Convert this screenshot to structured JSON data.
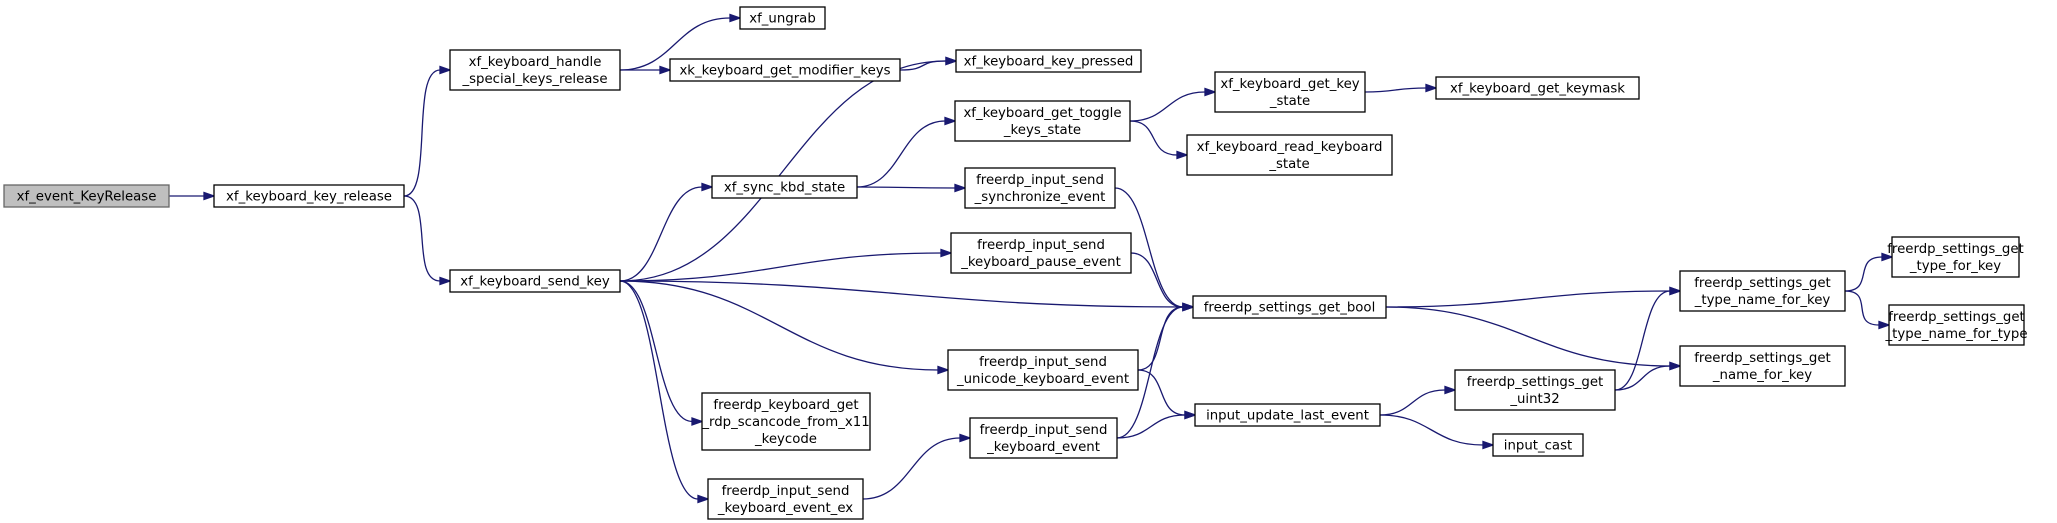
{
  "nodes": [
    {
      "id": "n0",
      "lines": [
        "xf_event_KeyRelease"
      ],
      "root": true
    },
    {
      "id": "n1",
      "lines": [
        "xf_keyboard_key_release"
      ]
    },
    {
      "id": "n2",
      "lines": [
        "xf_keyboard_handle",
        "_special_keys_release"
      ]
    },
    {
      "id": "n3",
      "lines": [
        "xf_keyboard_send_key"
      ]
    },
    {
      "id": "n4",
      "lines": [
        "xf_ungrab"
      ]
    },
    {
      "id": "n5",
      "lines": [
        "xk_keyboard_get_modifier_keys"
      ]
    },
    {
      "id": "n6",
      "lines": [
        "xf_keyboard_key_pressed"
      ]
    },
    {
      "id": "n7",
      "lines": [
        "xf_sync_kbd_state"
      ]
    },
    {
      "id": "n8",
      "lines": [
        "freerdp_input_send",
        "_keyboard_pause_event"
      ]
    },
    {
      "id": "n9",
      "lines": [
        "freerdp_settings_get_bool"
      ]
    },
    {
      "id": "n10",
      "lines": [
        "freerdp_input_send",
        "_unicode_keyboard_event"
      ]
    },
    {
      "id": "n11",
      "lines": [
        "freerdp_keyboard_get",
        "_rdp_scancode_from_x11",
        "_keycode"
      ]
    },
    {
      "id": "n12",
      "lines": [
        "freerdp_input_send",
        "_keyboard_event_ex"
      ]
    },
    {
      "id": "n13",
      "lines": [
        "xf_keyboard_get_toggle",
        "_keys_state"
      ]
    },
    {
      "id": "n14",
      "lines": [
        "freerdp_input_send",
        "_synchronize_event"
      ]
    },
    {
      "id": "n15",
      "lines": [
        "freerdp_input_send",
        "_keyboard_event"
      ]
    },
    {
      "id": "n16",
      "lines": [
        "input_update_last_event"
      ]
    },
    {
      "id": "n17",
      "lines": [
        "xf_keyboard_get_key",
        "_state"
      ]
    },
    {
      "id": "n18",
      "lines": [
        "xf_keyboard_read_keyboard",
        "_state"
      ]
    },
    {
      "id": "n19",
      "lines": [
        "xf_keyboard_get_keymask"
      ]
    },
    {
      "id": "n20",
      "lines": [
        "freerdp_settings_get",
        "_type_name_for_key"
      ]
    },
    {
      "id": "n21",
      "lines": [
        "freerdp_settings_get",
        "_name_for_key"
      ]
    },
    {
      "id": "n22",
      "lines": [
        "freerdp_settings_get",
        "_uint32"
      ]
    },
    {
      "id": "n23",
      "lines": [
        "input_cast"
      ]
    },
    {
      "id": "n24",
      "lines": [
        "freerdp_settings_get",
        "_type_for_key"
      ]
    },
    {
      "id": "n25",
      "lines": [
        "freerdp_settings_get",
        "_type_name_for_type"
      ]
    }
  ],
  "edges": [
    {
      "from": "n0",
      "to": "n1"
    },
    {
      "from": "n1",
      "to": "n2"
    },
    {
      "from": "n1",
      "to": "n3"
    },
    {
      "from": "n2",
      "to": "n4"
    },
    {
      "from": "n2",
      "to": "n5"
    },
    {
      "from": "n5",
      "to": "n6"
    },
    {
      "from": "n3",
      "to": "n6"
    },
    {
      "from": "n3",
      "to": "n7"
    },
    {
      "from": "n3",
      "to": "n8"
    },
    {
      "from": "n3",
      "to": "n9"
    },
    {
      "from": "n3",
      "to": "n10"
    },
    {
      "from": "n3",
      "to": "n11"
    },
    {
      "from": "n3",
      "to": "n12"
    },
    {
      "from": "n7",
      "to": "n13"
    },
    {
      "from": "n7",
      "to": "n14"
    },
    {
      "from": "n13",
      "to": "n17"
    },
    {
      "from": "n13",
      "to": "n18"
    },
    {
      "from": "n17",
      "to": "n19"
    },
    {
      "from": "n14",
      "to": "n9"
    },
    {
      "from": "n8",
      "to": "n9"
    },
    {
      "from": "n10",
      "to": "n9"
    },
    {
      "from": "n10",
      "to": "n16"
    },
    {
      "from": "n12",
      "to": "n15"
    },
    {
      "from": "n15",
      "to": "n9"
    },
    {
      "from": "n15",
      "to": "n16"
    },
    {
      "from": "n9",
      "to": "n20"
    },
    {
      "from": "n9",
      "to": "n21"
    },
    {
      "from": "n16",
      "to": "n22"
    },
    {
      "from": "n16",
      "to": "n23"
    },
    {
      "from": "n22",
      "to": "n20"
    },
    {
      "from": "n22",
      "to": "n21"
    },
    {
      "from": "n20",
      "to": "n24"
    },
    {
      "from": "n20",
      "to": "n25"
    }
  ],
  "colors": {
    "edge": "#191970",
    "root_fill": "#bfbfbf",
    "node_fill": "#ffffff",
    "node_border": "#000000"
  }
}
